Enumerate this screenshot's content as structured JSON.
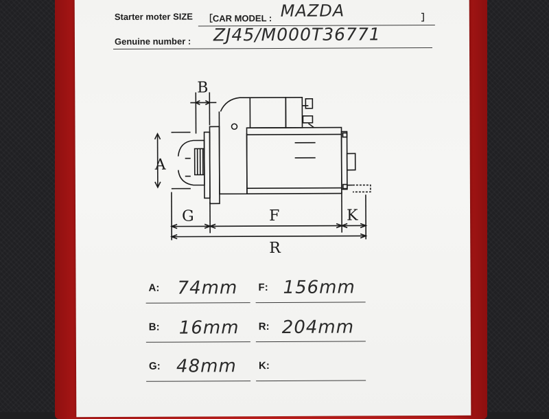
{
  "header": {
    "title": "Starter moter SIZE",
    "car_model_label": "［CAR MODEL :",
    "car_model_value": "MAZDA",
    "car_model_close": "］",
    "genuine_label": "Genuine number :",
    "genuine_value": "ZJ45/M000T36771"
  },
  "diagram": {
    "labels": {
      "a": "A",
      "b": "B",
      "g": "G",
      "f": "F",
      "k": "K",
      "r": "R"
    }
  },
  "measurements": [
    {
      "key": "A:",
      "value": "74mm"
    },
    {
      "key": "F:",
      "value": "156mm"
    },
    {
      "key": "B:",
      "value": "16mm"
    },
    {
      "key": "R:",
      "value": "204mm"
    },
    {
      "key": "G:",
      "value": "48mm"
    },
    {
      "key": "K:",
      "value": ""
    }
  ],
  "colors": {
    "folder_red": "#c11f1c",
    "paper": "#f5f5f3",
    "ink": "#1d1d1d"
  }
}
